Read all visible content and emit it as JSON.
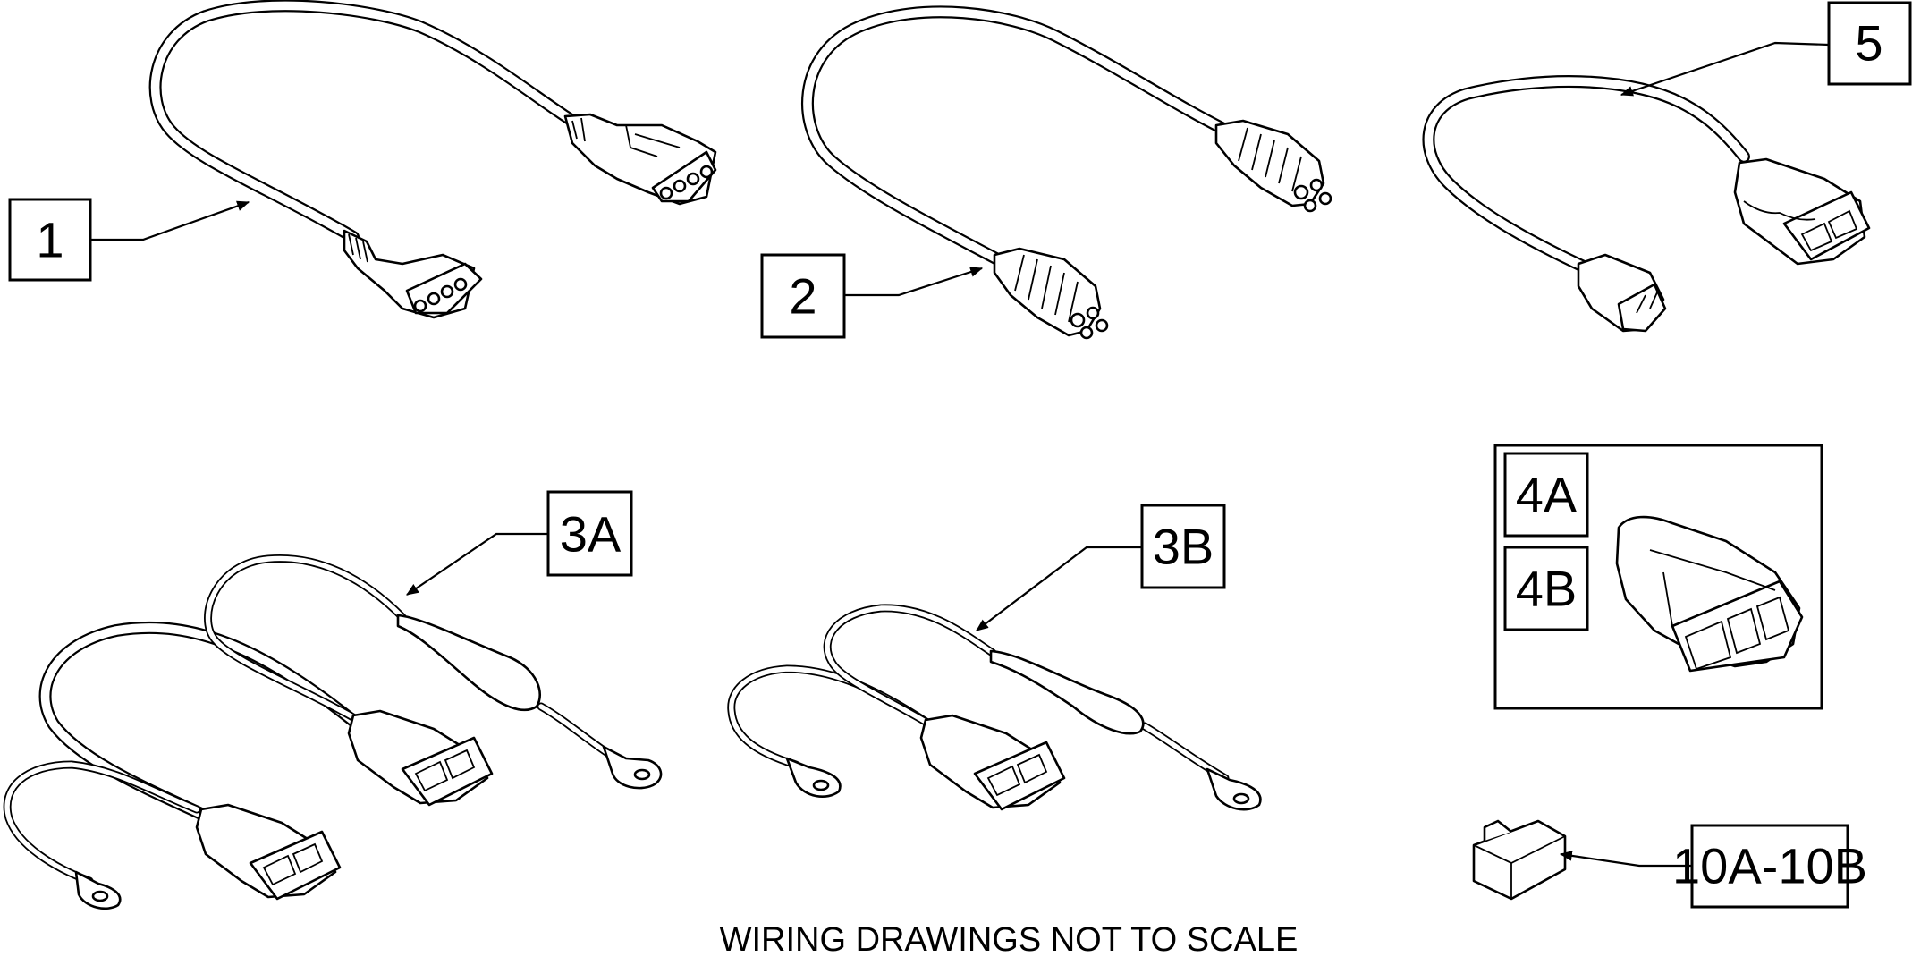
{
  "callouts": {
    "c1": "1",
    "c2": "2",
    "c3a": "3A",
    "c3b": "3B",
    "c4a": "4A",
    "c4b": "4B",
    "c5": "5",
    "c10": "10A-10B"
  },
  "footer": "WIRING DRAWINGS NOT TO SCALE"
}
